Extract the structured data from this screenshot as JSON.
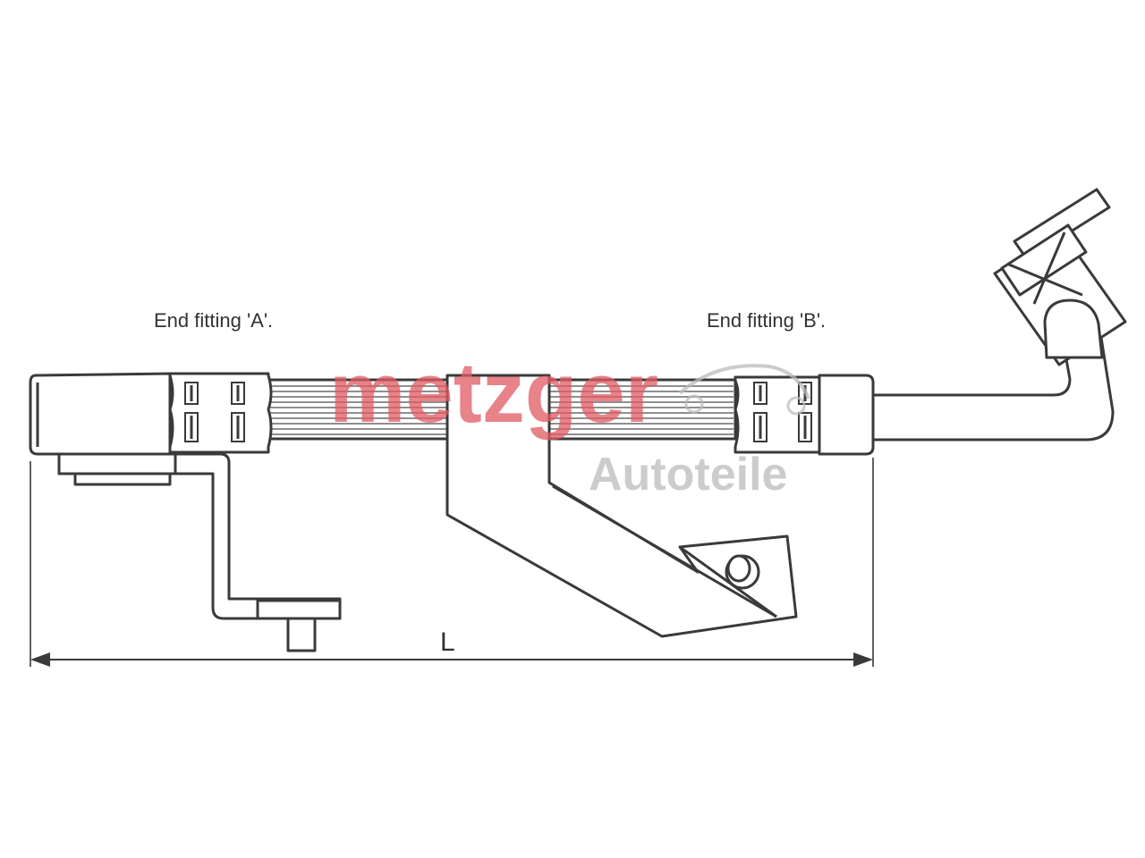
{
  "diagram": {
    "label_fitting_a": "End fitting 'A'.",
    "label_fitting_b": "End fitting 'B'.",
    "dimension_label": "L"
  },
  "watermark": {
    "brand": "metzger",
    "sub": "Autoteile",
    "brand_color": "#e05a62",
    "sub_color": "#bbbbbb"
  },
  "colors": {
    "line": "#3a3a3a",
    "background": "#ffffff"
  }
}
